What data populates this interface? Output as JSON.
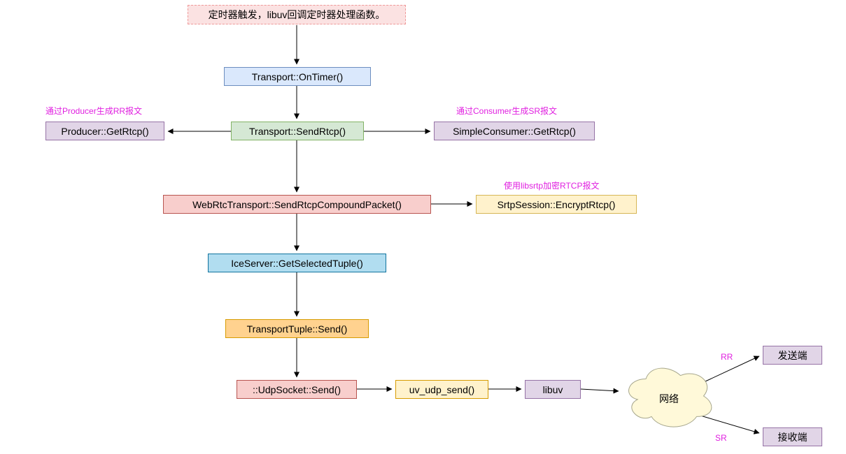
{
  "diagram": {
    "note_top": "定时器触发，libuv回调定时器处理函数。",
    "nodes": {
      "on_timer": "Transport::OnTimer()",
      "send_rtcp": "Transport::SendRtcp()",
      "producer_get_rtcp": "Producer::GetRtcp()",
      "consumer_get_rtcp": "SimpleConsumer::GetRtcp()",
      "send_rtcp_compound": "WebRtcTransport::SendRtcpCompoundPacket()",
      "encrypt_rtcp": "SrtpSession::EncryptRtcp()",
      "get_selected_tuple": "IceServer::GetSelectedTuple()",
      "transport_tuple_send": "TransportTuple::Send()",
      "udp_socket_send": "::UdpSocket::Send()",
      "uv_udp_send": "uv_udp_send()",
      "libuv": "libuv",
      "network": "网络",
      "sender": "发送端",
      "receiver": "接收端"
    },
    "annotations": {
      "producer_note": "通过Producer生成RR报文",
      "consumer_note": "通过Consumer生成SR报文",
      "srtp_note": "使用libsrtp加密RTCP报文",
      "rr_label": "RR",
      "sr_label": "SR"
    },
    "palette": {
      "note_fill": "#fbe2e2",
      "note_border": "#ef9a9a",
      "blue_fill": "#dae8fc",
      "blue_border": "#6c8ebf",
      "green_fill": "#d5e8d4",
      "green_border": "#82b366",
      "purple_fill": "#e1d5e7",
      "purple_border": "#9673a6",
      "red_fill": "#f8cecc",
      "red_border": "#b85450",
      "yellow_fill": "#fff2cc",
      "yellow_border": "#d6b656",
      "skyblue_fill": "#b1ddf0",
      "skyblue_border": "#10739e",
      "orange_fill": "#ffd28f",
      "orange_border": "#d79b00",
      "cloud_fill": "#fff9d9",
      "cloud_border": "#a6a68c",
      "annotation_text": "#e01fe0",
      "arrow": "#000000"
    }
  }
}
